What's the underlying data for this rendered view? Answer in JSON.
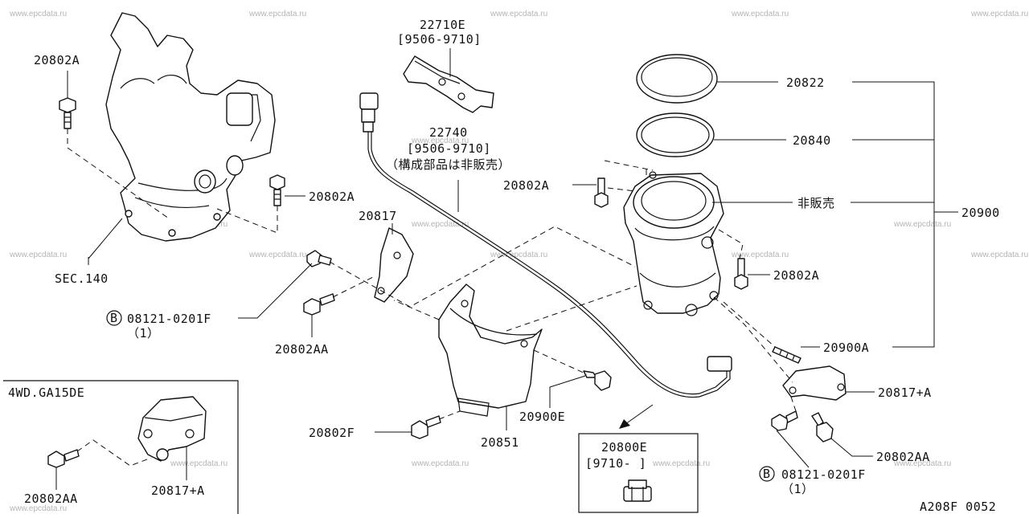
{
  "watermark": "www.epcdata.ru",
  "diagram_code": "A208F 0052",
  "labels": {
    "p22710E": "22710E",
    "p22710E_range": "[9506-9710]",
    "p22740": "22740",
    "p22740_range": "[9506-9710]",
    "p22740_note": "（構成部品は非販売）",
    "p20802A_1": "20802A",
    "p20802A_2": "20802A",
    "p20802A_3": "20802A",
    "p20802A_4": "20802A",
    "p20822": "20822",
    "p20840": "20840",
    "not_sold": "非販売",
    "p20900": "20900",
    "p20817": "20817",
    "sec140": "SEC.140",
    "bolt_b_1": "08121-0201F",
    "bolt_b_1_qty": "（1）",
    "p20802AA_1": "20802AA",
    "p20900A": "20900A",
    "p20817A": "20817+A",
    "p20802AA_2": "20802AA",
    "bolt_b_2": "08121-0201F",
    "bolt_b_2_qty": "（1）",
    "p20900E": "20900E",
    "p20802F": "20802F",
    "p20851": "20851",
    "inset_4wd_title": "4WD.GA15DE",
    "inset_4wd_bolt": "20802AA",
    "inset_4wd_bracket": "20817+A",
    "inset_plug_part": "20800E",
    "inset_plug_range": "[9710-    ]",
    "circle_b": "B"
  }
}
